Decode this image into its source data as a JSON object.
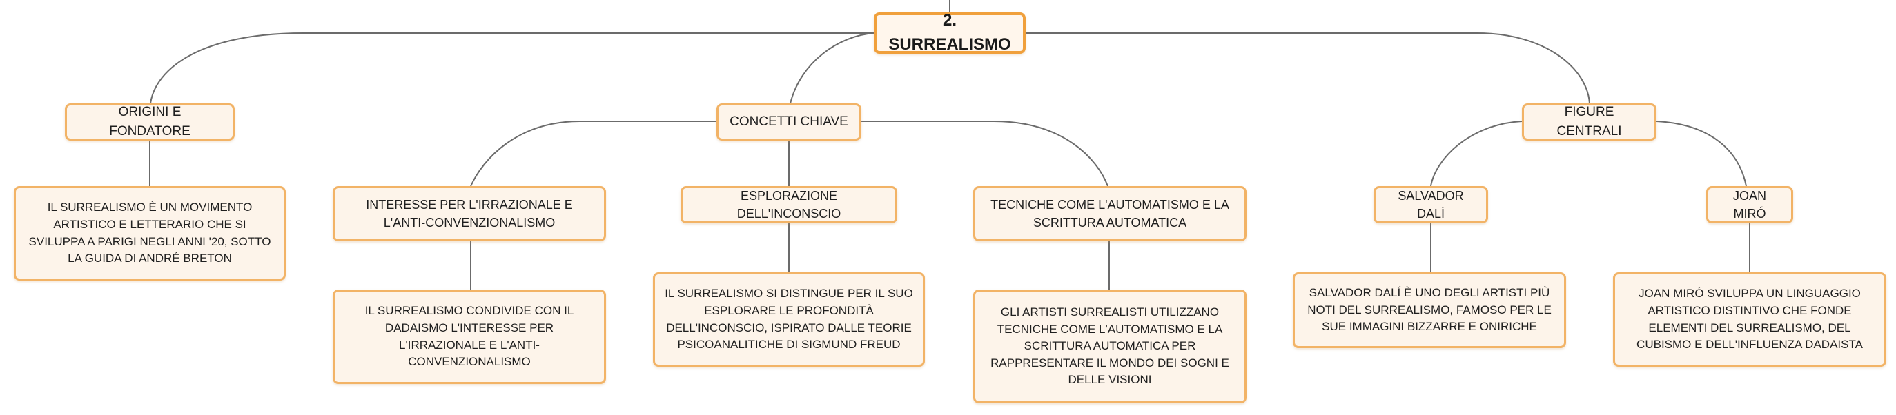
{
  "root": {
    "label": "2. SURREALISMO"
  },
  "branches": {
    "origini": {
      "label": "ORIGINI E FONDATORE",
      "desc": "IL SURREALISMO È UN MOVIMENTO ARTISTICO E LETTERARIO CHE SI SVILUPPA A PARIGI NEGLI ANNI '20, SOTTO LA GUIDA DI ANDRÉ BRETON"
    },
    "concetti": {
      "label": "CONCETTI CHIAVE",
      "children": [
        {
          "label": "INTERESSE PER L'IRRAZIONALE E L'ANTI-CONVENZIONALISMO",
          "desc": "IL SURREALISMO CONDIVIDE CON IL DADAISMO L'INTERESSE PER L'IRRAZIONALE E L'ANTI-CONVENZIONALISMO"
        },
        {
          "label": "ESPLORAZIONE DELL'INCONSCIO",
          "desc": "IL SURREALISMO SI DISTINGUE PER IL SUO ESPLORARE LE PROFONDITÀ DELL'INCONSCIO, ISPIRATO DALLE TEORIE PSICOANALITICHE DI SIGMUND FREUD"
        },
        {
          "label": "TECNICHE COME L'AUTOMATISMO E LA SCRITTURA AUTOMATICA",
          "desc": "GLI ARTISTI SURREALISTI UTILIZZANO TECNICHE COME L'AUTOMATISMO E LA SCRITTURA AUTOMATICA PER RAPPRESENTARE IL MONDO DEI SOGNI E DELLE VISIONI"
        }
      ]
    },
    "figure": {
      "label": "FIGURE CENTRALI",
      "children": [
        {
          "label": "SALVADOR DALÍ",
          "desc": "SALVADOR DALÍ È UNO DEGLI ARTISTI PIÙ NOTI DEL SURREALISMO, FAMOSO PER LE SUE IMMAGINI BIZZARRE E ONIRICHE"
        },
        {
          "label": "JOAN MIRÓ",
          "desc": "JOAN MIRÓ SVILUPPA UN LINGUAGGIO ARTISTICO DISTINTIVO CHE FONDE ELEMENTI DEL SURREALISMO, DEL CUBISMO E DELL'INFLUENZA DADAISTA"
        }
      ]
    }
  },
  "colors": {
    "node_border": "#f2b366",
    "node_fill": "#fdf4ea",
    "connector": "#6b6b6b"
  }
}
